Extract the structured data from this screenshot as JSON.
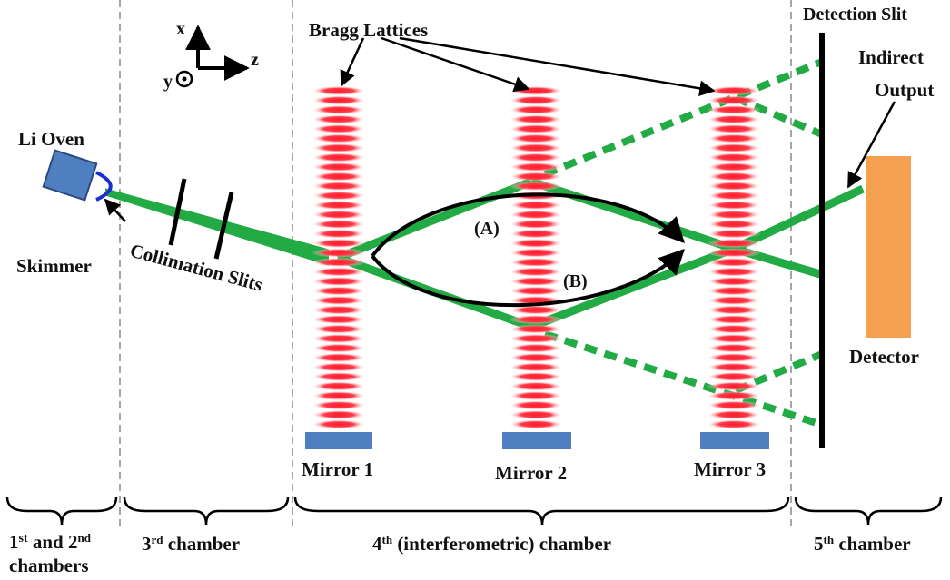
{
  "axes": {
    "x": "x",
    "y": "y",
    "z": "z"
  },
  "labels": {
    "bragg_lattices": "Bragg Lattices",
    "detection_slit": "Detection Slit",
    "indirect_output": [
      "Indirect",
      "Output"
    ],
    "li_oven": "Li Oven",
    "skimmer": "Skimmer",
    "collimation_slits": "Collimation Slits",
    "path_a": "(A)",
    "path_b": "(B)",
    "detector": "Detector",
    "mirrors": [
      "Mirror 1",
      "Mirror 2",
      "Mirror 3"
    ]
  },
  "chambers": [
    {
      "base": "1",
      "sup": "st",
      "mid": " and 2",
      "sup2": "nd",
      "line2": "chambers"
    },
    {
      "base": "3",
      "sup": "rd",
      "rest": " chamber"
    },
    {
      "base": "4",
      "sup": "th",
      "rest": " (interferometric) chamber"
    },
    {
      "base": "5",
      "sup": "th",
      "rest": " chamber"
    }
  ],
  "colors": {
    "beam": "#22aa44",
    "lattice": "#ff2030",
    "mirror": "#4f7fc0",
    "oven": "#4f7fc0",
    "detector": "#f5a050",
    "skimmer": "#1a2fd0"
  }
}
